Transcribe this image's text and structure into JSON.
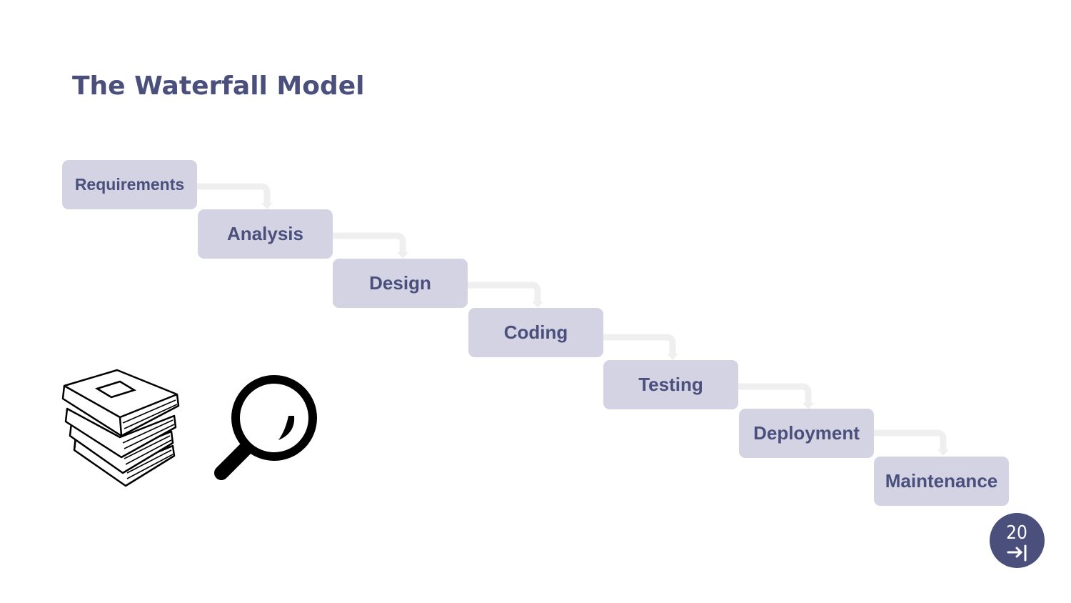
{
  "title": "The Waterfall Model",
  "steps": [
    {
      "label": "Requirements"
    },
    {
      "label": "Analysis"
    },
    {
      "label": "Design"
    },
    {
      "label": "Coding"
    },
    {
      "label": "Testing"
    },
    {
      "label": "Deployment"
    },
    {
      "label": "Maintenance"
    }
  ],
  "icons": {
    "books": "stack-of-books-icon",
    "magnifier": "magnifying-glass-icon",
    "logo": "20-arrow-logo"
  },
  "logo": {
    "text": "20"
  },
  "colors": {
    "title": "#4a4f7c",
    "box": "#d3d3e4",
    "connector": "#efefef",
    "logo": "#4a4f7c"
  }
}
